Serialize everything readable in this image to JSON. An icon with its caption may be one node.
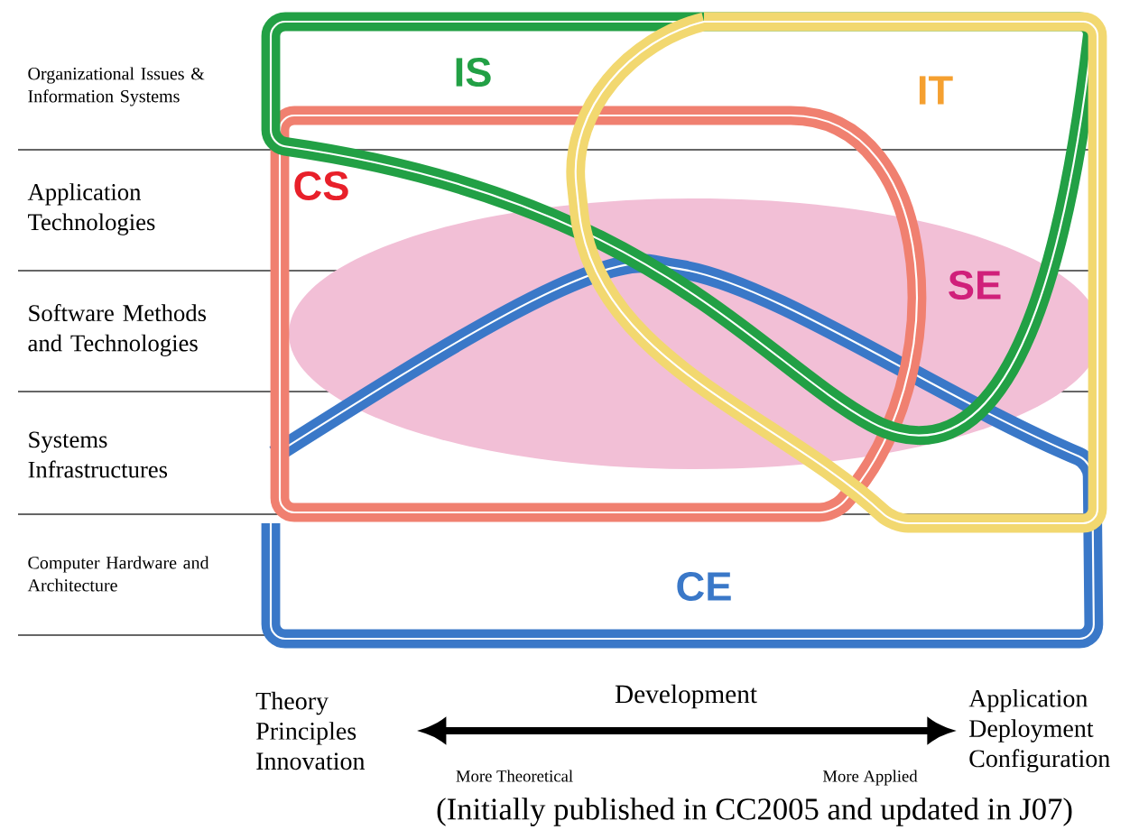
{
  "diagram": {
    "caption": "(Initially published in CC2005 and updated in J07)",
    "nodes": [
      {
        "text": [
          "IS"
        ]
      },
      {
        "text": [
          "IT"
        ]
      },
      {
        "text": [
          "CS"
        ]
      },
      {
        "text": [
          "SE"
        ]
      },
      {
        "text": [
          "CE"
        ]
      },
      {
        "text": [
          "Theory Principles Innovation"
        ]
      },
      {
        "text": [
          "Application Deployment Configuration"
        ]
      }
    ],
    "edges": [
      {
        "from": 5,
        "to": 6,
        "arrow": "both",
        "label": "Development"
      }
    ],
    "labels": [
      "Organizational Issues & Information Systems",
      "Application Technologies",
      "Software Methods and Technologies",
      "Systems Infrastructures",
      "Computer Hardware and Architecture",
      "More Theoretical",
      "More Applied"
    ]
  }
}
